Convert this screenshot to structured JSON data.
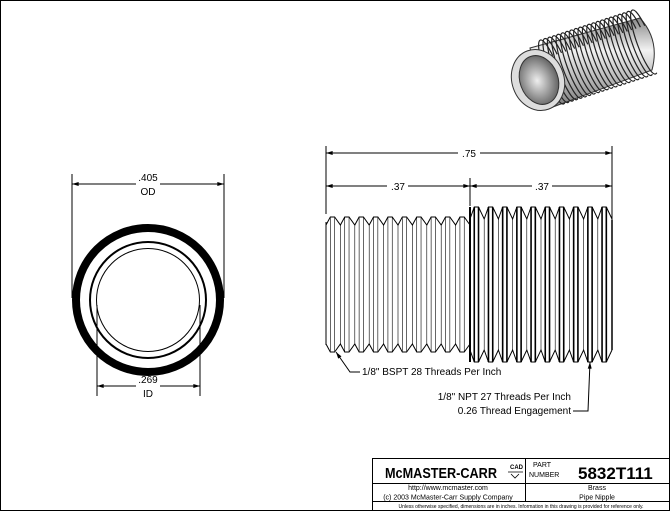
{
  "drawing": {
    "end_view": {
      "od_value": ".405",
      "od_label": "OD",
      "id_value": ".269",
      "id_label": "ID"
    },
    "side_view": {
      "overall_length": ".75",
      "left_length": ".37",
      "right_length": ".37",
      "left_thread_note": "1/8\" BSPT 28 Threads Per Inch",
      "right_thread_note_line1": "1/8\" NPT 27 Threads Per Inch",
      "right_thread_note_line2": "0.26 Thread Engagement"
    },
    "iso_view": {
      "icon": "pipe-nipple-3d-render"
    }
  },
  "title_block": {
    "logo": "McMASTER-CARR",
    "cad_badge": "CAD",
    "part_label_line1": "PART",
    "part_label_line2": "NUMBER",
    "part_number": "5832T111",
    "website": "http://www.mcmaster.com",
    "copyright": "(c) 2003 McMaster-Carr Supply Company",
    "material": "Brass",
    "description": "Pipe Nipple",
    "disclaimer": "Unless otherwise specified, dimensions are in inches.  Information in this drawing is provided for reference only."
  }
}
